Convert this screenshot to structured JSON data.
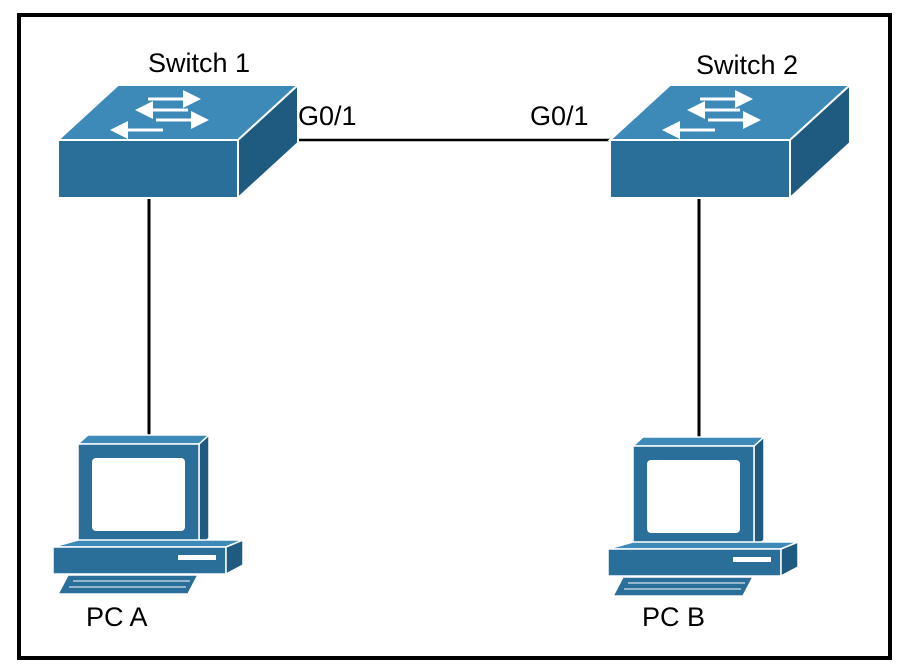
{
  "colors": {
    "device_front": "#2a6f99",
    "device_top": "#3d8ab8",
    "device_side": "#1f5a80",
    "device_outline": "#ffffff",
    "screen": "#ffffff",
    "link": "#000000",
    "frame": "#000000"
  },
  "nodes": {
    "switch1": {
      "label": "Switch 1",
      "port": "G0/1",
      "icon": "network-switch-icon"
    },
    "switch2": {
      "label": "Switch 2",
      "port": "G0/1",
      "icon": "network-switch-icon"
    },
    "pca": {
      "label": "PC A",
      "icon": "desktop-computer-icon"
    },
    "pcb": {
      "label": "PC B",
      "icon": "desktop-computer-icon"
    }
  },
  "links": [
    {
      "from": "switch1",
      "to": "switch2"
    },
    {
      "from": "switch1",
      "to": "pca"
    },
    {
      "from": "switch2",
      "to": "pcb"
    }
  ]
}
